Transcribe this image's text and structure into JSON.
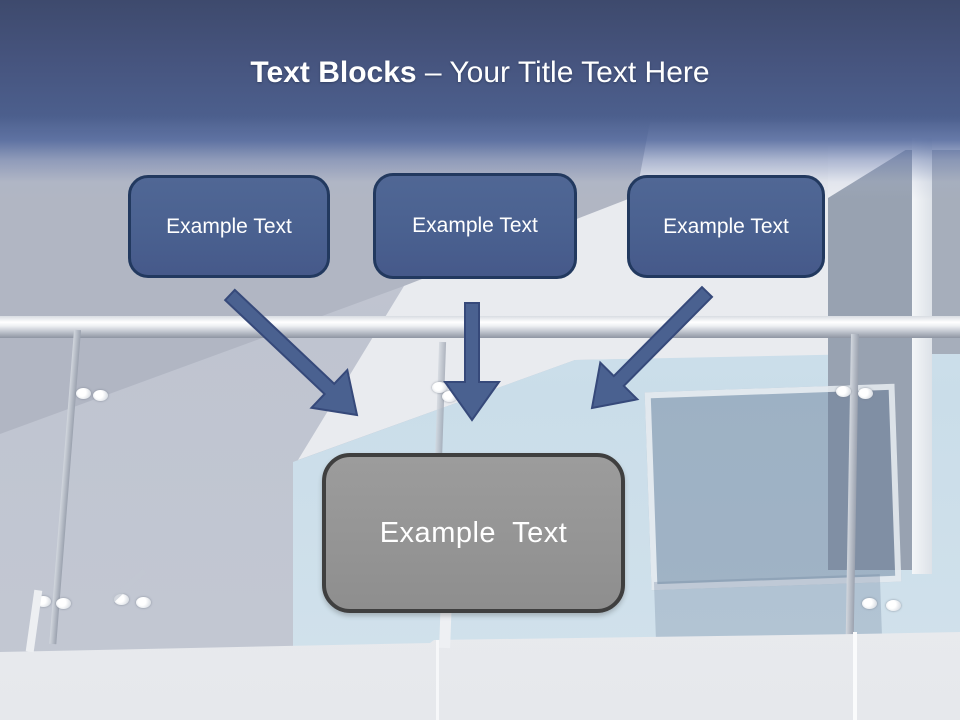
{
  "title": {
    "bold": "Text Blocks",
    "regular": " – Your Title Text Here"
  },
  "blocks": [
    {
      "label": "Example Text"
    },
    {
      "label": "Example Text"
    },
    {
      "label": "Example Text"
    }
  ],
  "result": {
    "label": "Example Text"
  },
  "colors": {
    "header_blue": "#4a5f8e",
    "box_fill": "#4a6190",
    "box_border": "#22395f",
    "arrow_fill": "#4a6190",
    "arrow_edge": "#36497a",
    "result_fill": "#949494",
    "result_border": "#3f3f3f",
    "title_text": "#ffffff",
    "block_text": "#ffffff"
  }
}
